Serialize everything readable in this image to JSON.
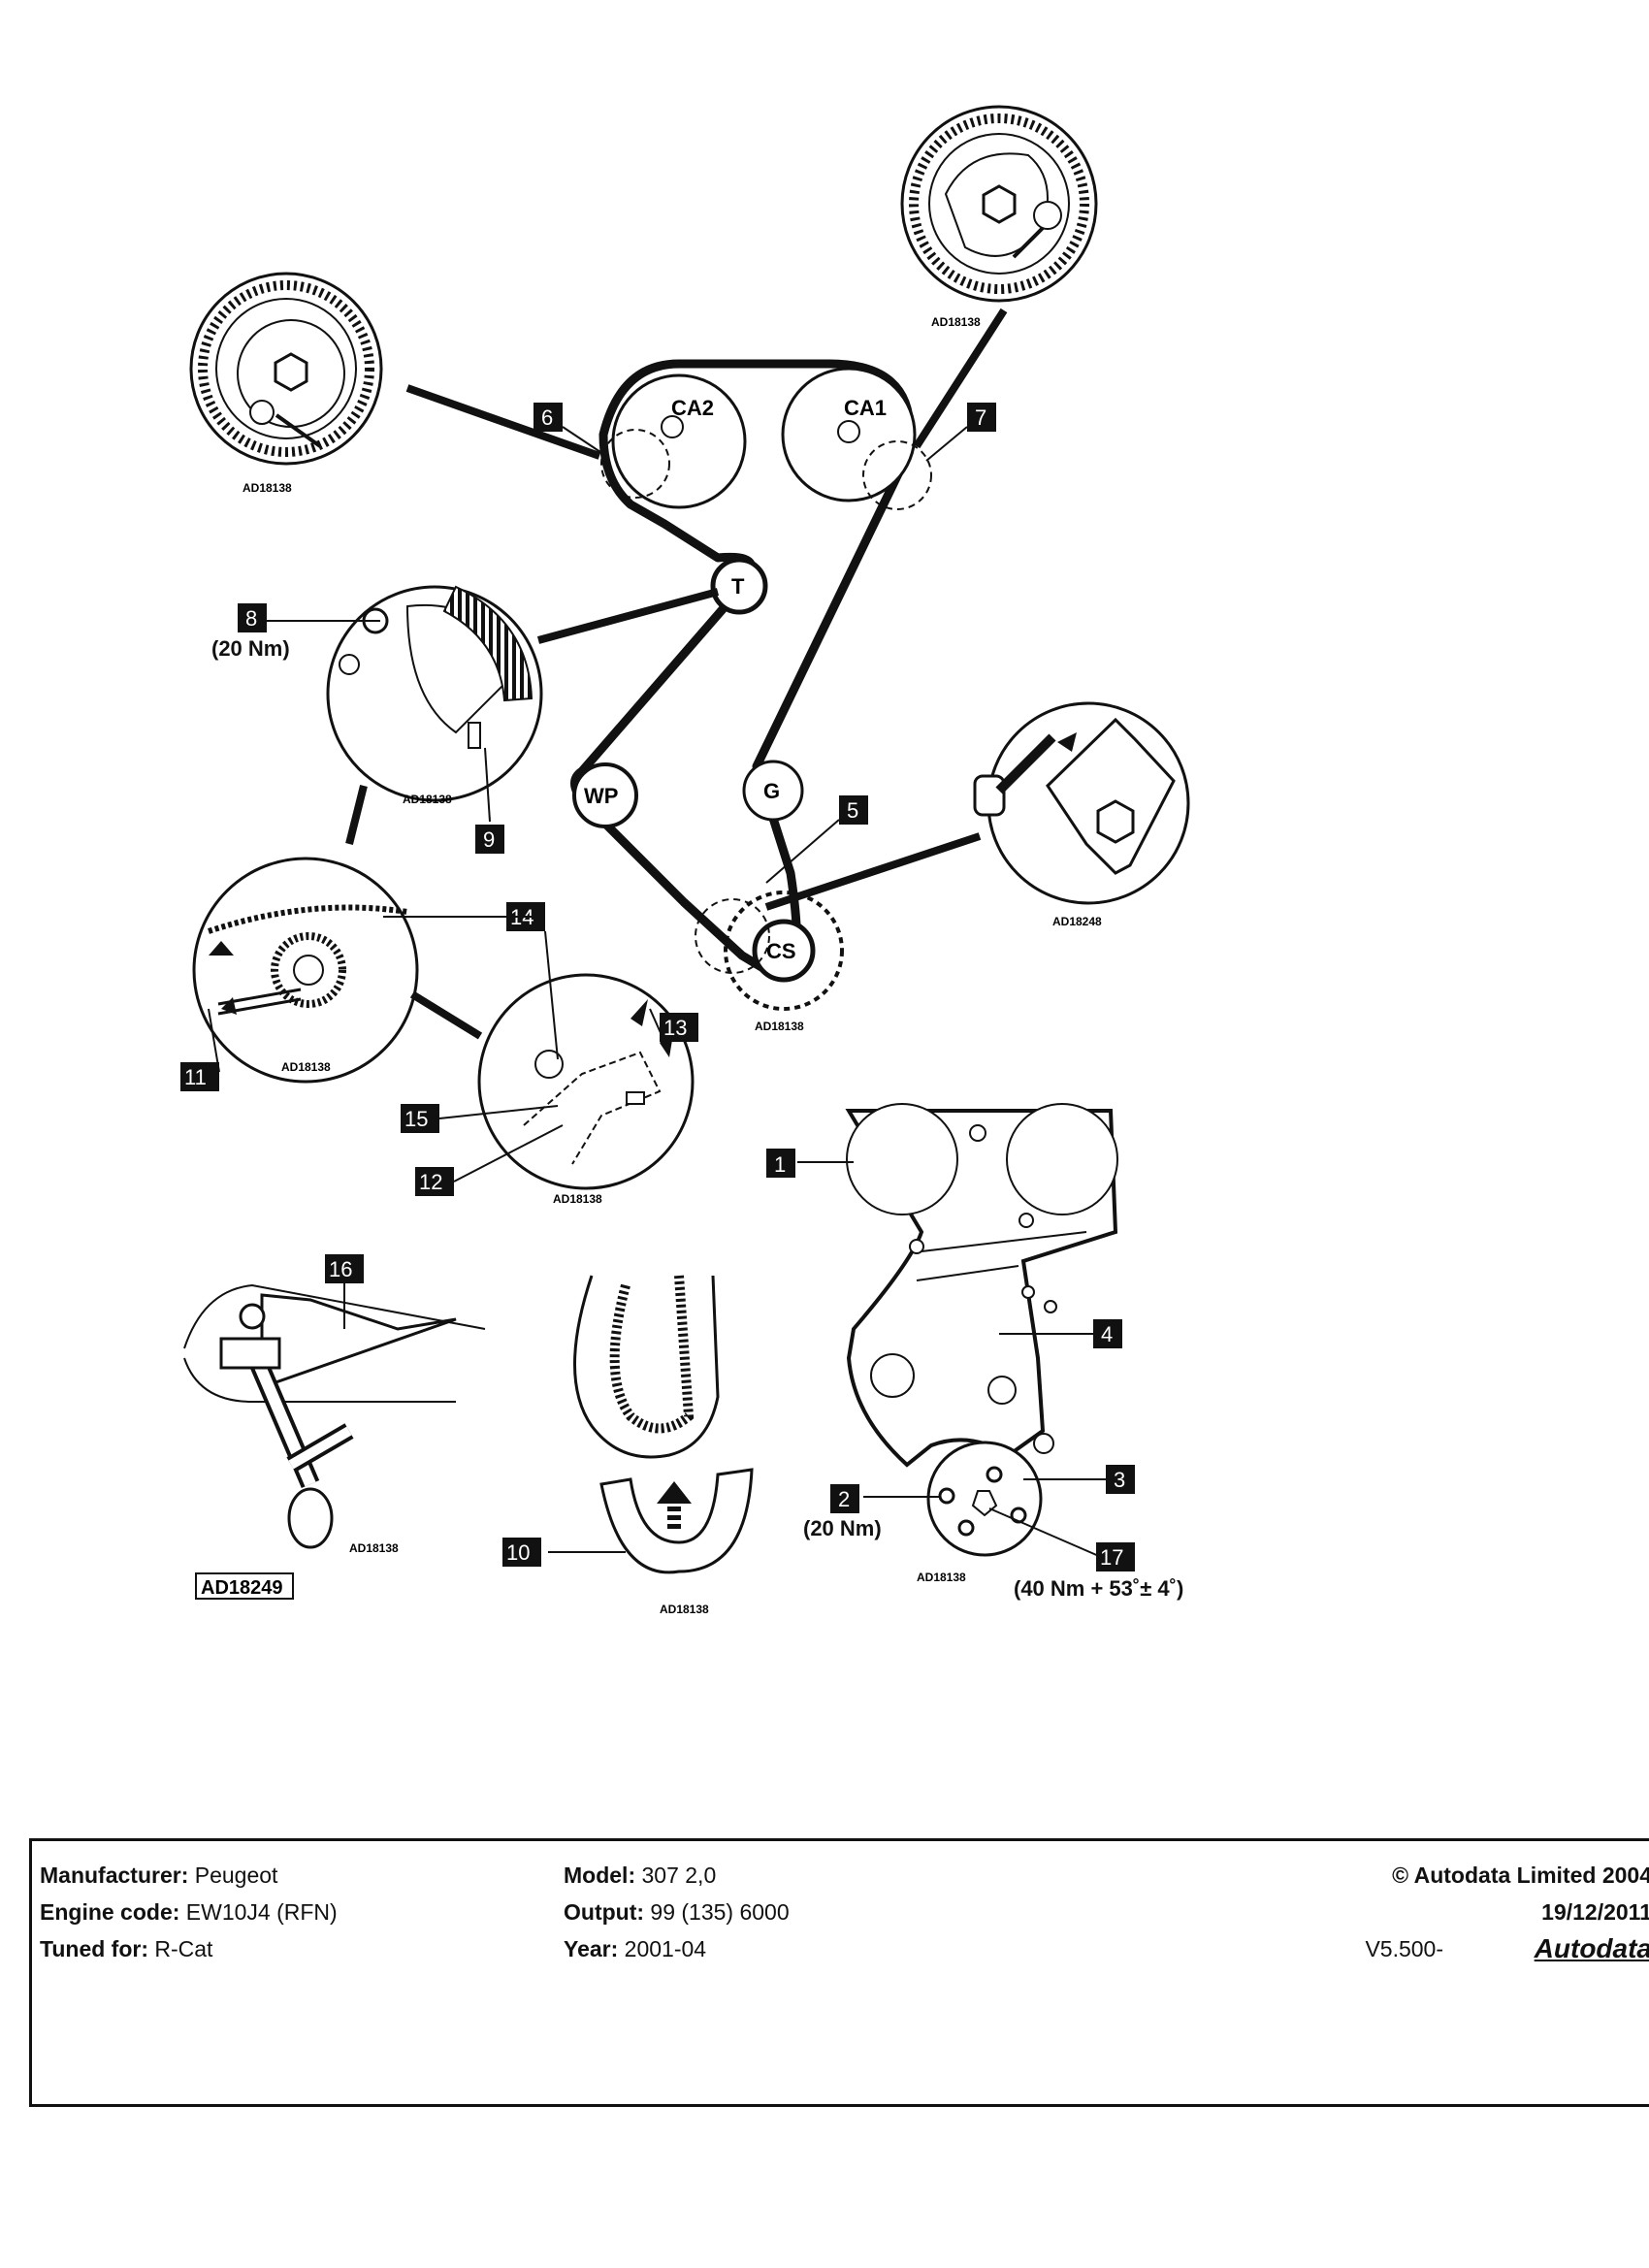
{
  "labels": {
    "pulleys": {
      "ca2": "CA2",
      "ca1": "CA1",
      "t": "T",
      "wp": "WP",
      "g": "G",
      "cs": "CS"
    },
    "callouts": [
      "1",
      "2",
      "3",
      "4",
      "5",
      "6",
      "7",
      "8",
      "9",
      "10",
      "11",
      "12",
      "13",
      "14",
      "15",
      "16",
      "17"
    ],
    "torques": {
      "item8": "(20 Nm)",
      "item2": "(20 Nm)",
      "item17": "(40 Nm + 53˚± 4˚)"
    },
    "refs": {
      "ad18138": "AD18138",
      "ad18248": "AD18248",
      "ad18249": "AD18249"
    }
  },
  "footer": {
    "manufacturer_label": "Manufacturer:",
    "manufacturer": "Peugeot",
    "engine_code_label": "Engine code:",
    "engine_code": "EW10J4 (RFN)",
    "tuned_for_label": "Tuned for:",
    "tuned_for": "R-Cat",
    "model_label": "Model:",
    "model": "307  2,0",
    "output_label": "Output:",
    "output": "99 (135) 6000",
    "year_label": "Year:",
    "year": "2001-04",
    "copyright": "© Autodata Limited 2004",
    "date": "19/12/2011",
    "version": "V5.500-",
    "brand": "Autodata"
  },
  "colors": {
    "ink": "#111111",
    "paper": "#ffffff"
  }
}
